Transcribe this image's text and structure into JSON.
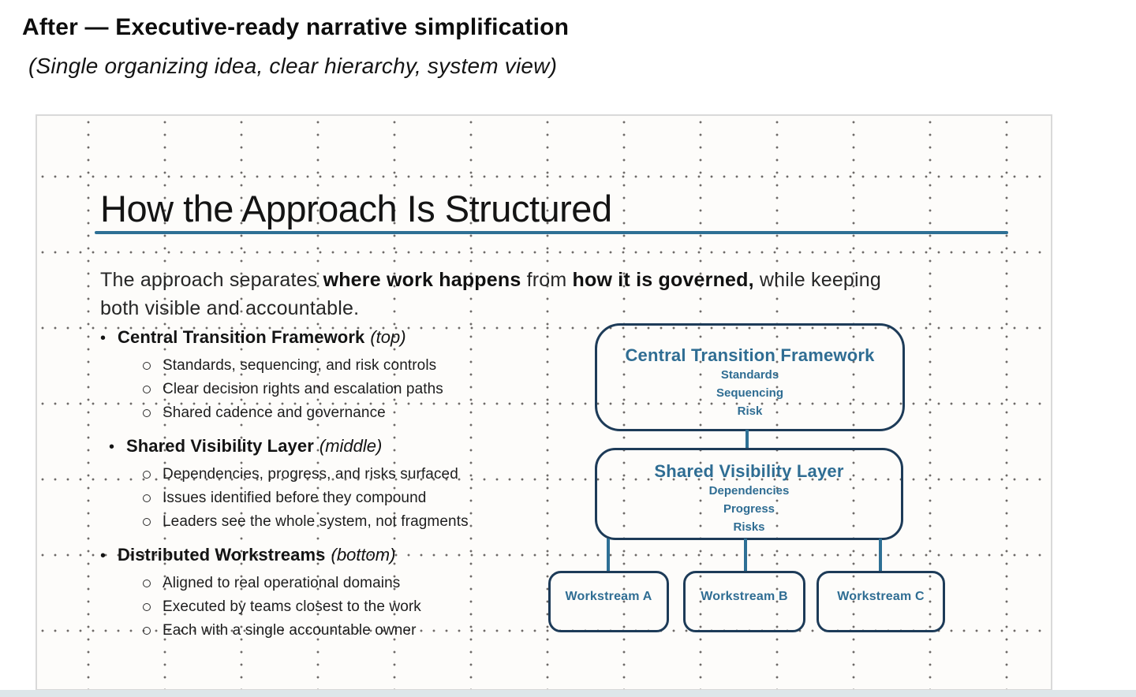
{
  "header": {
    "title": "After — Executive-ready narrative simplification",
    "subtitle": "(Single organizing idea, clear hierarchy, system view)"
  },
  "slide": {
    "title": "How the Approach Is Structured",
    "intro": {
      "pre": "The approach separates ",
      "bold1": "where work happens",
      "mid": " from ",
      "bold2": "how it is governed,",
      "post": " while keeping both visible and accountable."
    },
    "bullets": [
      {
        "label": "Central Transition Framework",
        "suffix": "(top)",
        "subs": [
          "Standards, sequencing, and risk controls",
          "Clear decision rights and escalation paths",
          "Shared cadence and governance"
        ]
      },
      {
        "label": "Shared Visibility Layer",
        "suffix": "(middle)",
        "subs": [
          "Dependencies, progress, and risks surfaced",
          "Issues identified before they compound",
          "Leaders see the whole system, not fragments"
        ]
      },
      {
        "label": "Distributed Workstreams",
        "suffix": "(bottom)",
        "subs": [
          "Aligned to real operational domains",
          "Executed by teams closest to the work",
          "Each with a single accountable owner"
        ]
      }
    ],
    "diagram": {
      "top_box": {
        "title": "Central Transition Framework",
        "items": [
          "Standards",
          "Sequencing",
          "Risk"
        ]
      },
      "middle_box": {
        "title": "Shared Visibility Layer",
        "items": [
          "Dependencies",
          "Progress",
          "Risks"
        ]
      },
      "workstreams": [
        "Workstream A",
        "Workstream B",
        "Workstream C"
      ]
    },
    "colors": {
      "accent": "#2e7095",
      "box_border": "#1d3b58",
      "box_text": "#2f6d93"
    }
  }
}
